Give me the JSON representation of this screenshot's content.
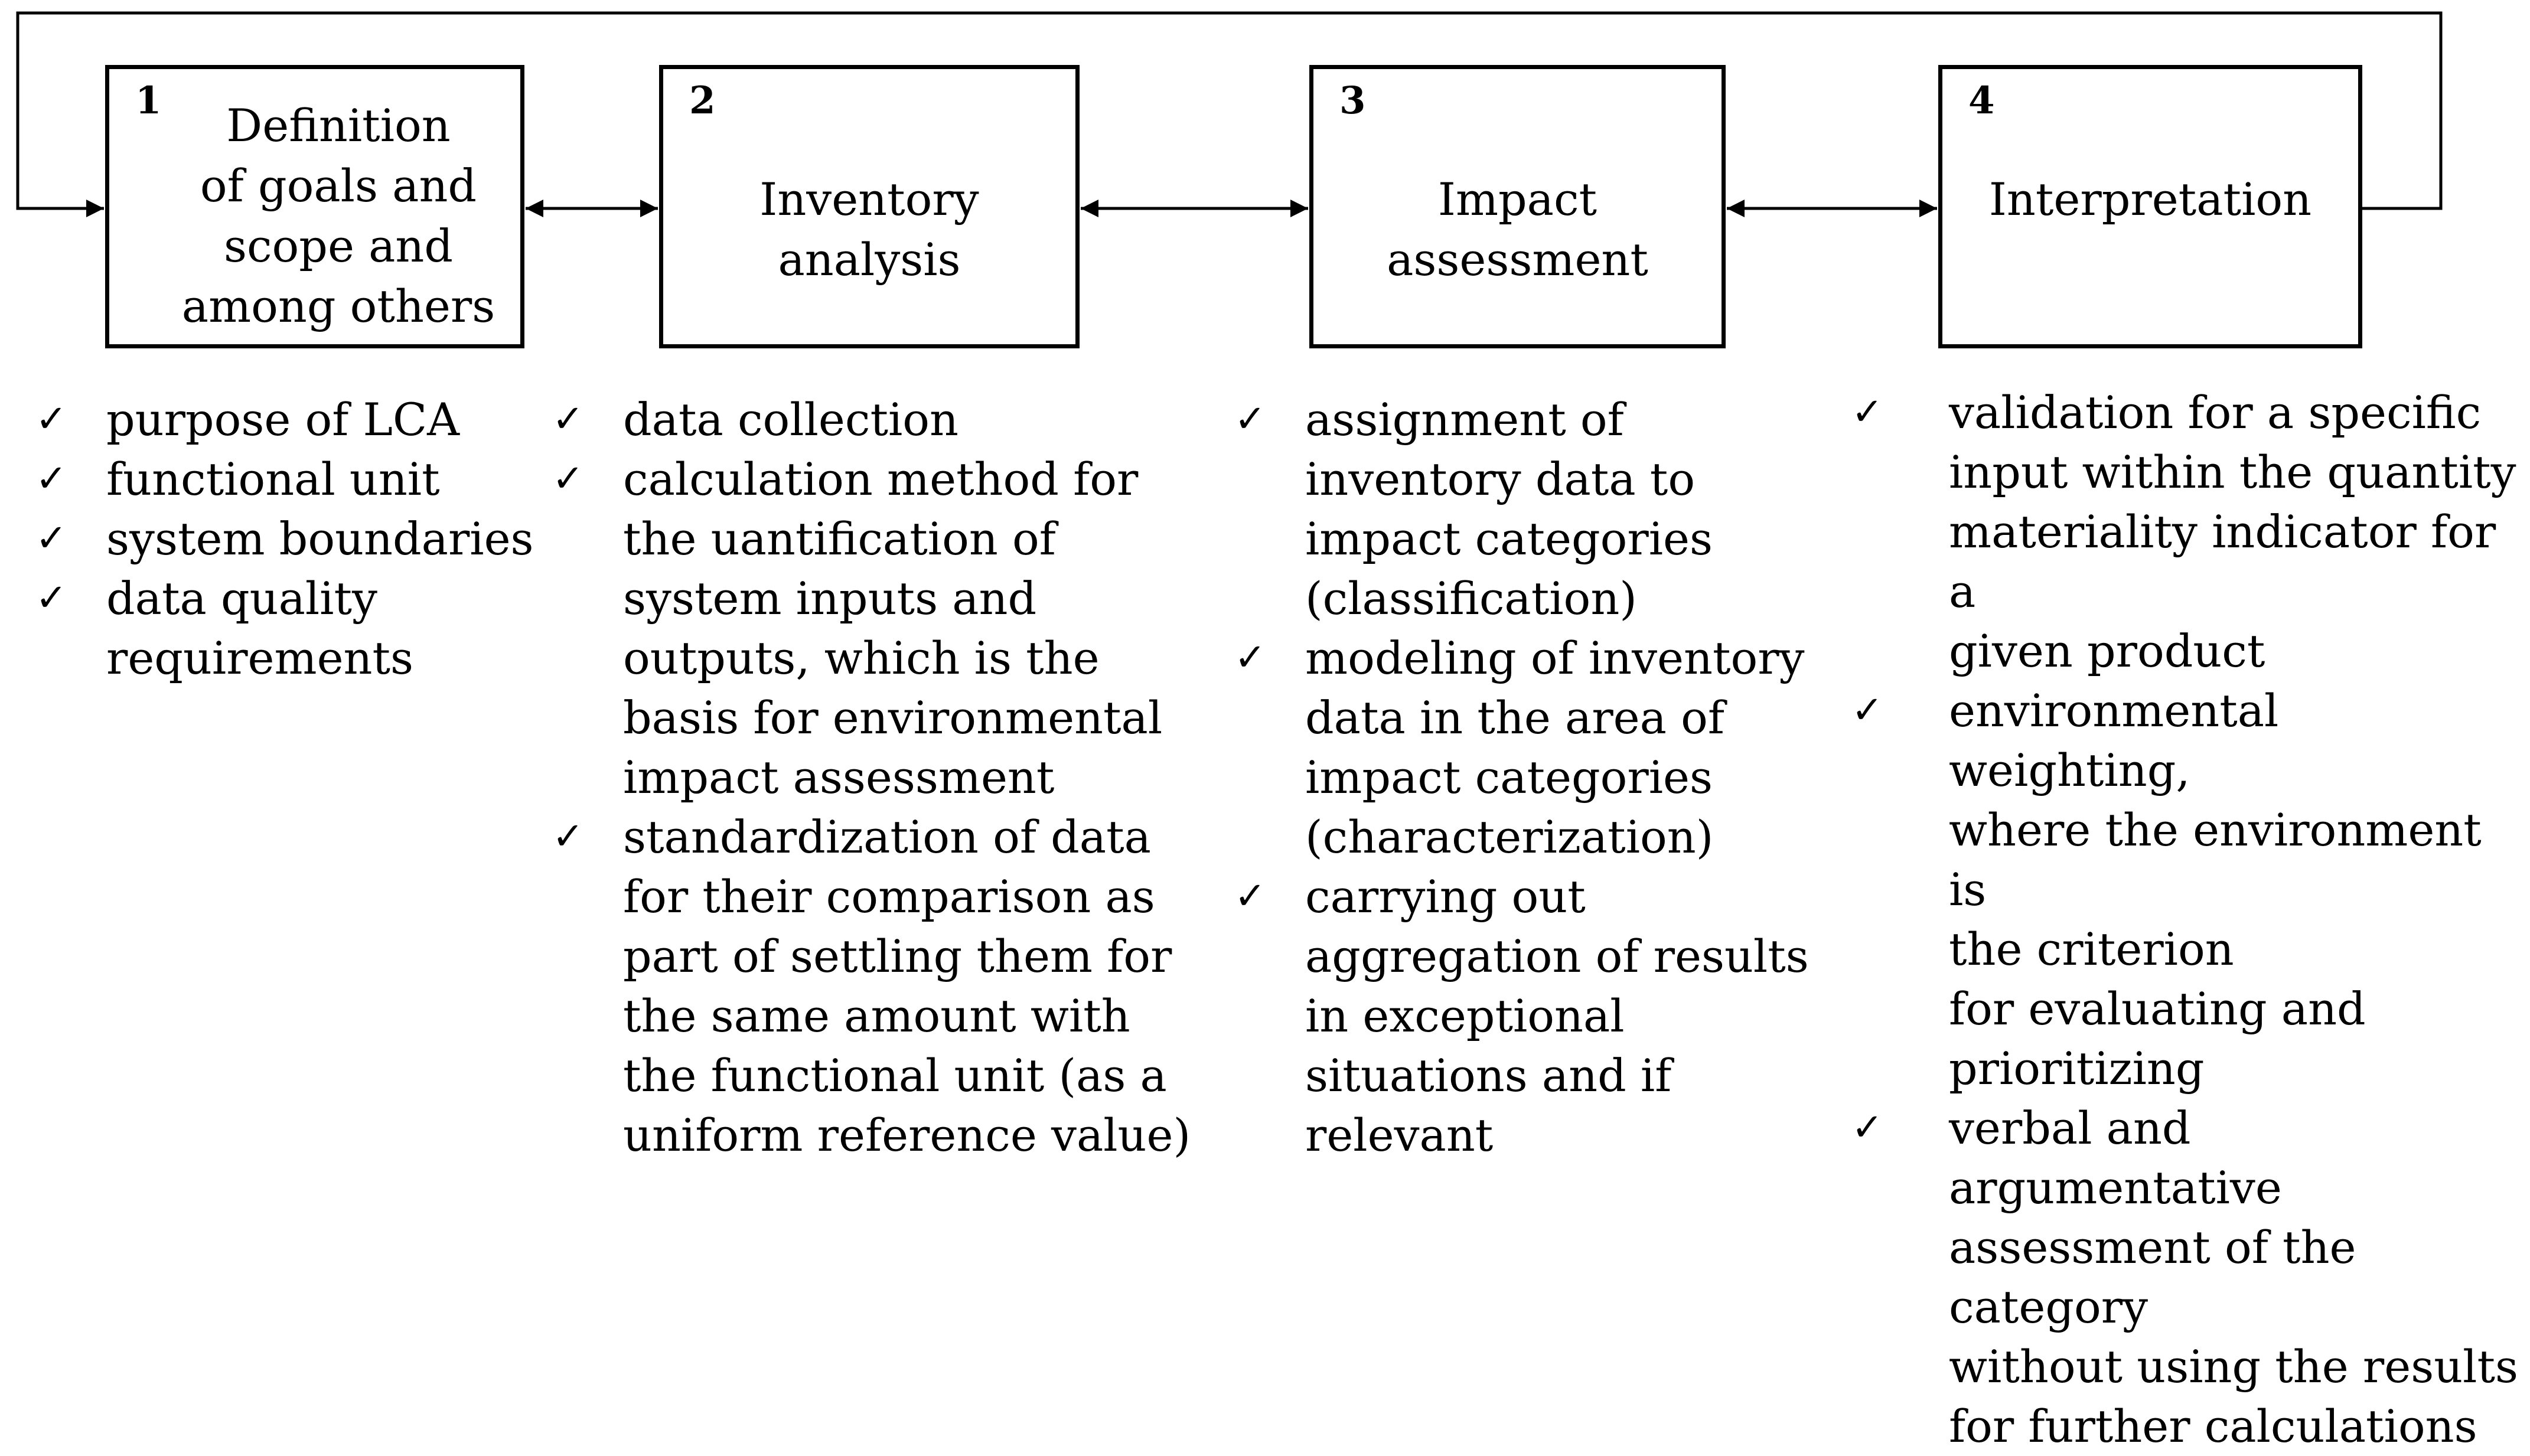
{
  "steps": [
    {
      "number": "1",
      "title": "Definition\nof goals and\nscope and\namong others",
      "items": [
        "purpose of LCA",
        "functional unit",
        "system boundaries",
        "data quality\nrequirements"
      ]
    },
    {
      "number": "2",
      "title": "Inventory\nanalysis",
      "items": [
        "data collection",
        "calculation method for\nthe uantification of\nsystem inputs and\noutputs, which is the\nbasis for environmental\nimpact assessment",
        "standardization of data\nfor their comparison as\npart of settling them for\nthe same amount with\nthe functional unit (as a\nuniform reference value)"
      ]
    },
    {
      "number": "3",
      "title": "Impact\nassessment",
      "items": [
        "assignment of\ninventory data to\nimpact categories\n(classification)",
        "modeling of inventory\ndata in the area of\nimpact categories\n(characterization)",
        "carrying out\naggregation of results\nin exceptional\nsituations and if\nrelevant"
      ]
    },
    {
      "number": "4",
      "title": "Interpretation",
      "items": [
        "validation for a specific\ninput within the quantity\nmateriality indicator for a\ngiven product",
        "environmental weighting,\nwhere the environment is\nthe criterion\nfor evaluating and\nprioritizing",
        "verbal and argumentative\nassessment of the category\nwithout using the results\nfor further calculations"
      ]
    }
  ],
  "check_symbol": "✓"
}
